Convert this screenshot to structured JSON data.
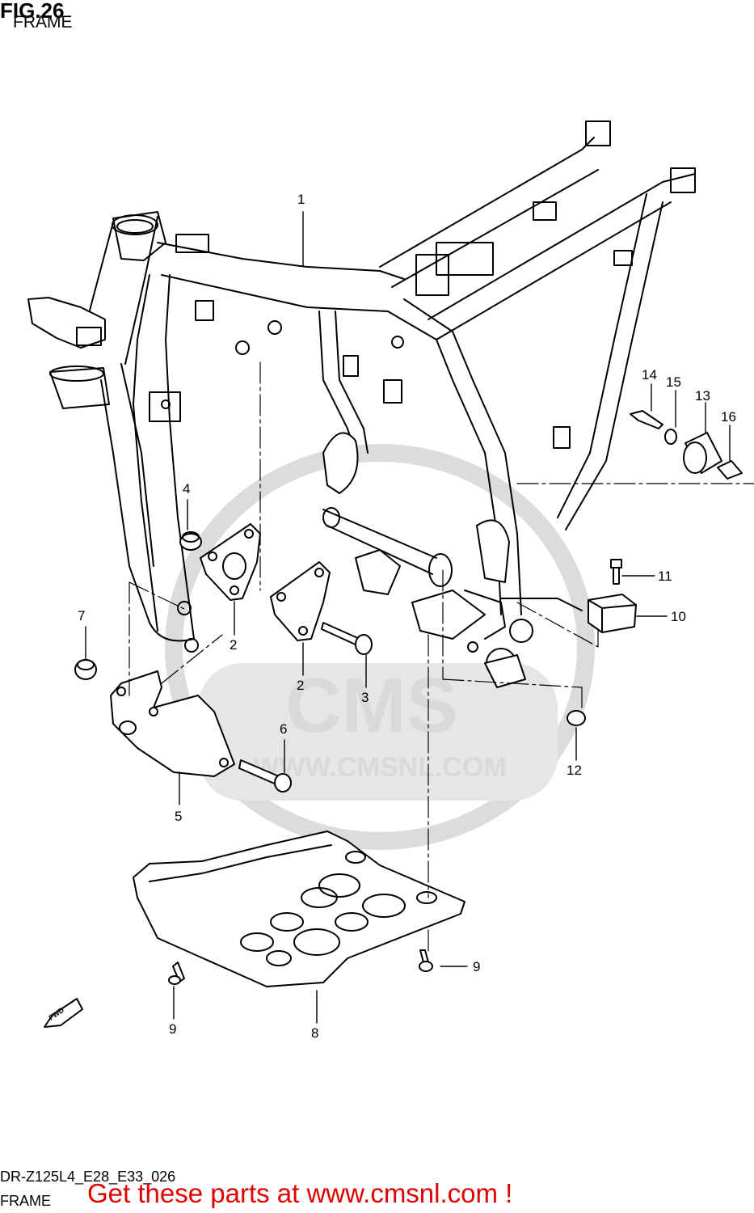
{
  "header": {
    "fig": "FIG.26",
    "subtitle": "FRAME"
  },
  "watermark": {
    "brand": "CMS",
    "url": "WWW.CMSNL.COM",
    "color": "#d9d9d9"
  },
  "fwd_label": "FWD",
  "parts": {
    "p1": "1",
    "p2a": "2",
    "p2b": "2",
    "p3": "3",
    "p4": "4",
    "p5": "5",
    "p6": "6",
    "p7": "7",
    "p8": "8",
    "p9a": "9",
    "p9b": "9",
    "p10": "10",
    "p11": "11",
    "p12": "12",
    "p13": "13",
    "p14": "14",
    "p15": "15",
    "p16": "16"
  },
  "footer": {
    "code": "DR-Z125L4_E28_E33_026",
    "section": "FRAME",
    "cta": "Get these parts at www.cmsnl.com !",
    "cta_color": "#e00000"
  }
}
